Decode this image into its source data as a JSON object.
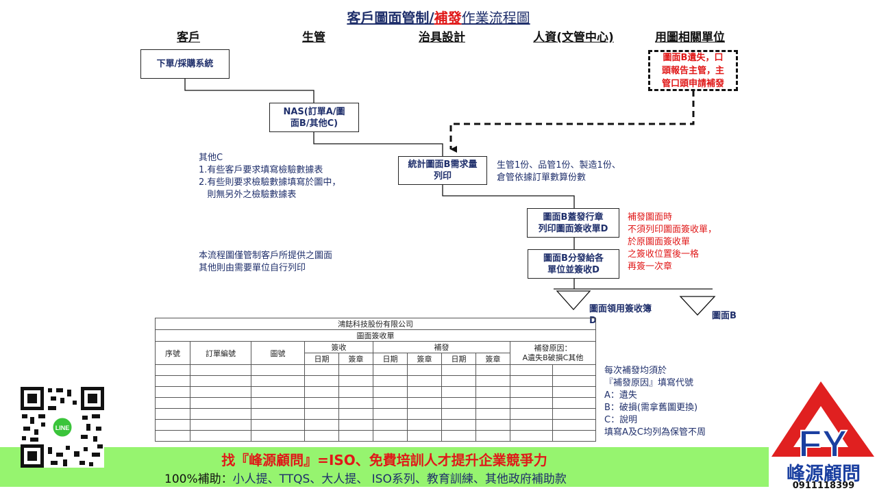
{
  "title": {
    "part1": "客戶圖面管制/",
    "part2": "補發",
    "part3": "作業流程圖"
  },
  "lanes": [
    "客戶",
    "生管",
    "治具設計",
    "人資(文管中心)",
    "用圖相關單位"
  ],
  "boxes": {
    "order": "下單/採購系統",
    "nas": "NAS(訂單A/圖\n面B/其他C)",
    "lost": "圖面B遺失，口\n頭報告主管，主\n管口頭申請補發",
    "stat": "統計圖面B需求量\n列印",
    "stamp": "圖面B蓋發行章\n列印圖面簽收單D",
    "distribute": "圖面B分發給各\n單位並簽收D"
  },
  "notes": {
    "other_c": "其他C\n1.有些客戶要求填寫檢驗數據表\n2.有些則要求檢驗數據填寫於圖中，\n   則無另外之檢驗數據表",
    "copies": "生管1份、品管1份、製造1份、\n倉管依據訂單數算份數",
    "reissue": "補發圖面時\n不須列印圖面簽收單，\n於原圖面簽收單\n之簽收位置後一格\n再簽一次章",
    "scope": "本流程圖僅管制客戶所提供之圖面\n其他則由需要單位自行列印",
    "reason": "每次補發均須於\n『補發原因』填寫代號\nA：遺失\nB：破損(需拿舊圖更換)\nC：說明\n填寫A及C均列為保管不周"
  },
  "storage": {
    "book": "圖面領用簽收簿\nD",
    "drawing": "圖面B"
  },
  "form": {
    "company": "鴻鋕科技股份有限公司",
    "name": "圖面簽收單",
    "col_seq": "序號",
    "col_order": "訂單編號",
    "col_drawing": "圖號",
    "col_sign": "簽收",
    "col_reissue": "補發",
    "col_reason": "補發原因：\nA遺失B破損C其他",
    "sub_date": "日期",
    "sub_stamp": "簽章",
    "blank_rows": 7
  },
  "banner": {
    "line1": "找『峰源顧問』=ISO、免費培訓人才提升企業競爭力",
    "line2_label": "100%補助：",
    "line2_value": "小人提、TTQS、大人提、 ISO系列、教育訓練、其他政府補助款"
  },
  "logo": {
    "letters": "FY",
    "name": "峰源顧問",
    "phone": "0911118399"
  },
  "colors": {
    "accent_red": "#e01818",
    "text_blue": "#1f2f6b",
    "banner_green": "#96f46f",
    "logo_red": "#e02020",
    "logo_blue": "#1a3fa0"
  }
}
